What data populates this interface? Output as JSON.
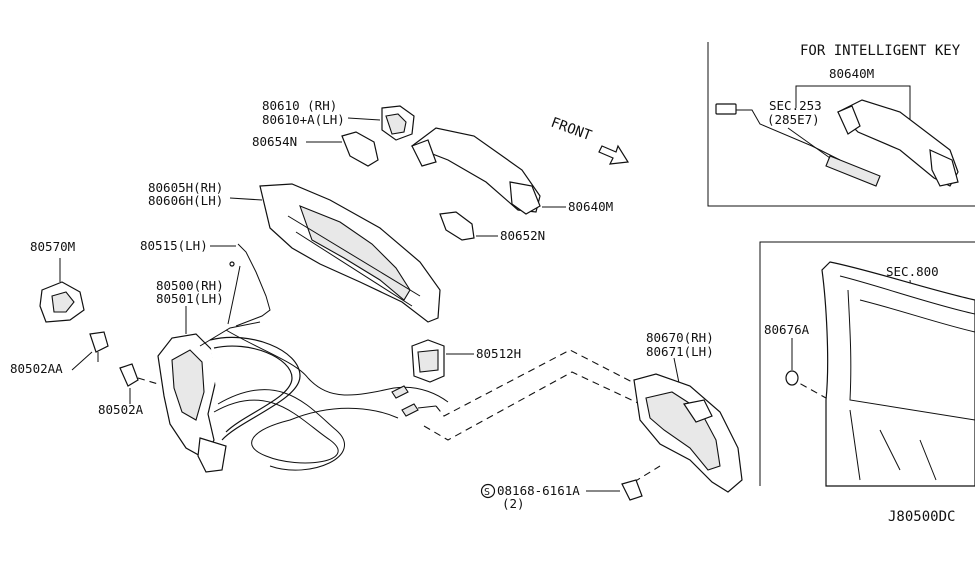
{
  "diagram_code": "J80500DC",
  "direction_label": "FRONT",
  "intelligent_key_title": "FOR INTELLIGENT KEY",
  "labels": {
    "p80640m_top": "80640M",
    "sec253_line1": "SEC.253",
    "sec253_line2": "(285E7)",
    "p80610_rh": "80610  (RH)",
    "p80610_lh": "80610+A(LH)",
    "p80654n": "80654N",
    "p80605h_rh": "80605H(RH)",
    "p80606h_lh": "80606H(LH)",
    "p80640m": "80640M",
    "p80652n": "80652N",
    "p80570m": "80570M",
    "p80515": "80515(LH)",
    "p80500_rh": "80500(RH)",
    "p80501_lh": "80501(LH)",
    "p80502aa": "80502AA",
    "p80502a": "80502A",
    "p80512h": "80512H",
    "p80670_rh": "80670(RH)",
    "p80671_lh": "80671(LH)",
    "bolt_symbol": "S",
    "bolt_part": "08168-6161A",
    "bolt_qty": "(2)",
    "sec800": "SEC.800",
    "p80676a": "80676A"
  }
}
